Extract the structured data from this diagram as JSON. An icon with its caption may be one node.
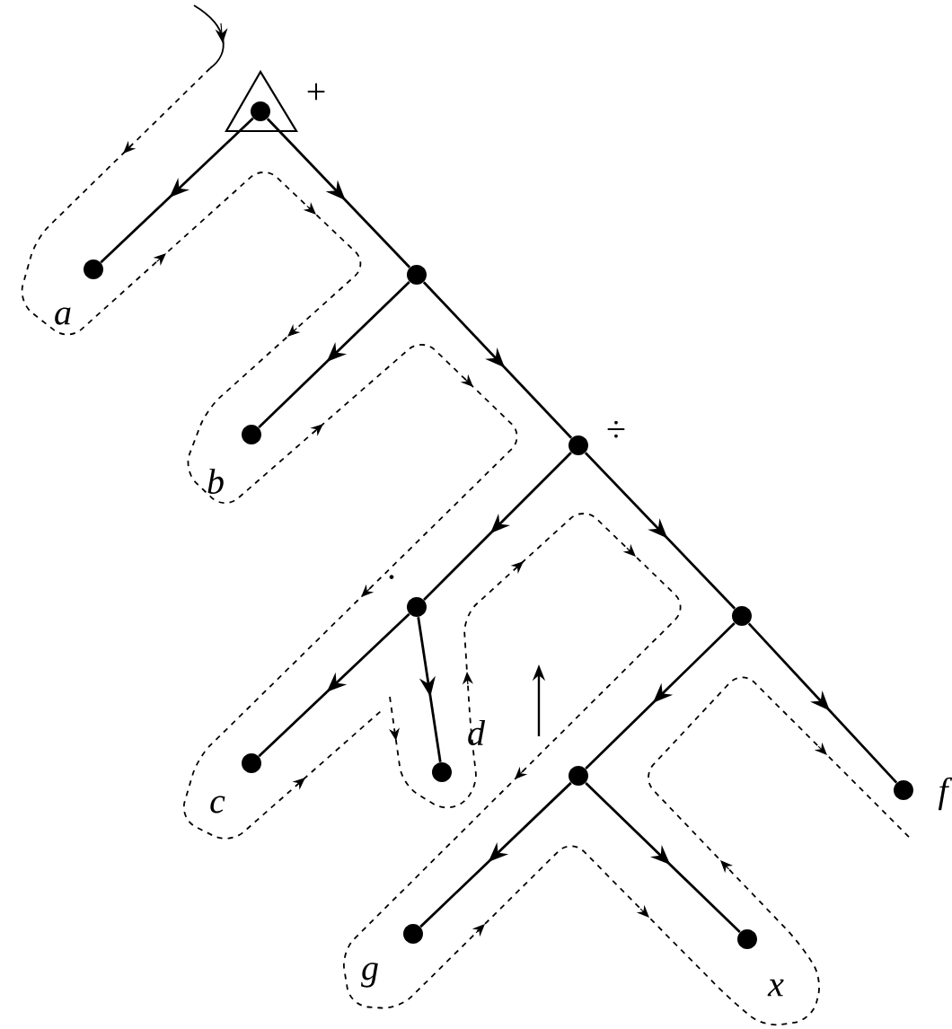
{
  "diagram": {
    "nodes": [
      {
        "text": [
          "+"
        ]
      },
      {
        "text": [
          "a"
        ]
      },
      {
        "text": [],
        "shape": "circle"
      },
      {
        "text": [
          "b"
        ]
      },
      {
        "text": [
          "÷"
        ]
      },
      {
        "text": [
          "·"
        ]
      },
      {
        "text": [
          "c"
        ]
      },
      {
        "text": [
          "d"
        ]
      },
      {
        "text": [],
        "shape": "circle"
      },
      {
        "text": [],
        "shape": "circle"
      },
      {
        "text": [
          "f"
        ]
      },
      {
        "text": [
          "g"
        ]
      },
      {
        "text": [
          "x"
        ]
      }
    ],
    "edges": [
      {
        "from": 0,
        "to": 1,
        "arrow": "to"
      },
      {
        "from": 0,
        "to": 2,
        "arrow": "to"
      },
      {
        "from": 2,
        "to": 3,
        "arrow": "to"
      },
      {
        "from": 2,
        "to": 4,
        "arrow": "to"
      },
      {
        "from": 4,
        "to": 5,
        "arrow": "to"
      },
      {
        "from": 5,
        "to": 6,
        "arrow": "to"
      },
      {
        "from": 5,
        "to": 7,
        "arrow": "to"
      },
      {
        "from": 4,
        "to": 8,
        "arrow": "to"
      },
      {
        "from": 8,
        "to": 9,
        "arrow": "to"
      },
      {
        "from": 8,
        "to": 10,
        "arrow": "to"
      },
      {
        "from": 9,
        "to": 11,
        "arrow": "to"
      },
      {
        "from": 9,
        "to": 12,
        "arrow": "to"
      }
    ]
  }
}
